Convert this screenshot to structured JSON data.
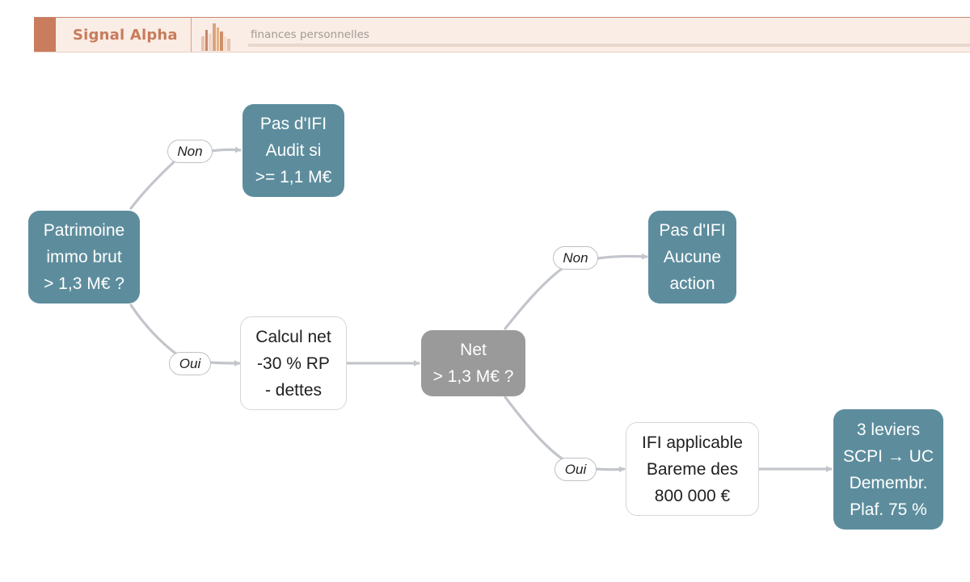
{
  "header": {
    "brand": "Signal Alpha",
    "subtitle": "finances personnelles"
  },
  "diagram": {
    "nodes": {
      "patrimoine": "Patrimoine\nimmo brut\n> 1,3 M€ ?",
      "pas_ifi_audit": "Pas d'IFI\nAudit si\n>= 1,1 M€",
      "calcul_net": "Calcul net\n-30 % RP\n- dettes",
      "net_question": "Net\n> 1,3 M€ ?",
      "pas_ifi_aucune": "Pas d'IFI\nAucune\naction",
      "ifi_applicable": "IFI applicable\nBareme des\n800 000 €",
      "leviers": "3 leviers\nSCPI → UC\nDemembr.\nPlaf. 75 %"
    },
    "edge_labels": {
      "non_1": "Non",
      "oui_1": "Oui",
      "non_2": "Non",
      "oui_2": "Oui"
    },
    "colors": {
      "decision_node": "#5d8d9d",
      "grey_node": "#9a9a9a",
      "edge": "#c2c5cb",
      "brand": "#c87b5c"
    }
  }
}
